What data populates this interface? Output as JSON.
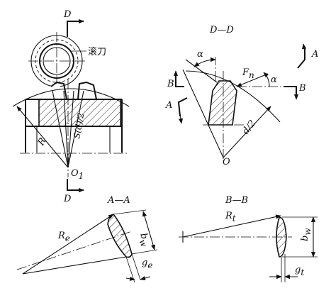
{
  "labels": {
    "hob": "滚刀",
    "view_d_top": "D",
    "view_d_bottom": "D",
    "section_dd": "D—D",
    "section_aa": "A—A",
    "section_bb": "B—B",
    "radius_r": "R",
    "half_pitch": "S(d)/2",
    "center_o1": "O",
    "center_o1_sub": "1",
    "center_o": "O",
    "alpha_left": "α",
    "alpha_right": "α",
    "force_fn": "F",
    "force_fn_sub": "n",
    "half_d": "d/2",
    "mark_a_left": "A",
    "mark_a_right": "A",
    "mark_b_left": "B",
    "mark_b_right": "B",
    "re": "R",
    "re_sub": "e",
    "bw_a": "b",
    "bw_a_sub": "w",
    "ge": "g",
    "ge_sub": "e",
    "rt": "R",
    "rt_sub": "t",
    "bw_b": "b",
    "bw_b_sub": "w",
    "gt": "g",
    "gt_sub": "t"
  }
}
